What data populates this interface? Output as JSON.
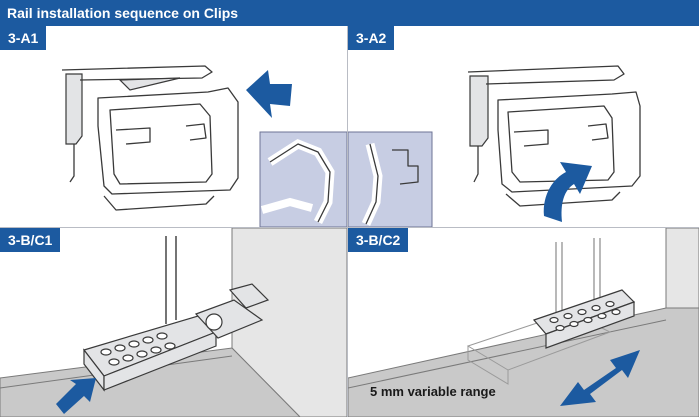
{
  "title": "Rail installation sequence on Clips",
  "panels": [
    {
      "label": "3-A1"
    },
    {
      "label": "3-A2"
    },
    {
      "label": "3-B/C1"
    },
    {
      "label": "3-B/C2",
      "caption": "5 mm variable range"
    }
  ],
  "colors": {
    "accent": "#1c5aa0",
    "zoom_fill": "#c7cde3",
    "wall": "#e6e6e6"
  }
}
